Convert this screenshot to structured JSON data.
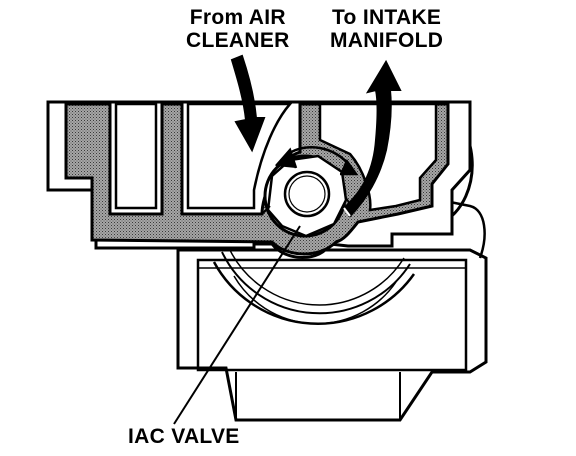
{
  "labels": {
    "air_cleaner": {
      "line1": "From AIR",
      "line2": "CLEANER"
    },
    "intake_manifold": {
      "line1": "To INTAKE",
      "line2": "MANIFOLD"
    },
    "iac_valve": "IAC VALVE"
  },
  "colors": {
    "ink": "#000000",
    "body_fill": "#9a9a9a",
    "paper": "#ffffff"
  }
}
